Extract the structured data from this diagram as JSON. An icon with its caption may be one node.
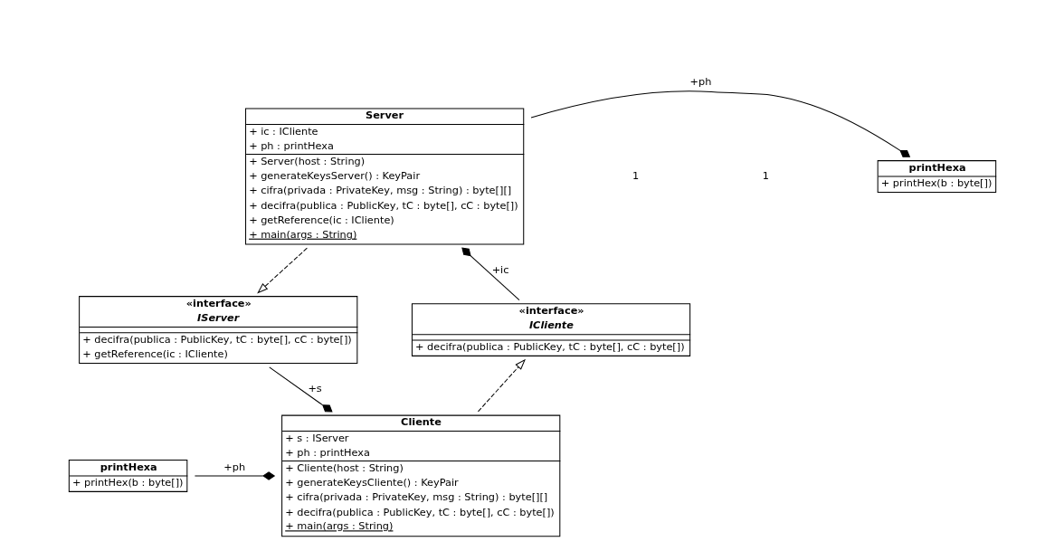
{
  "diagram": {
    "nodes": [
      {
        "text": [
          "Server",
          "+ ic : ICliente",
          "+ ph : printHexa",
          "+ Server(host : String)",
          "+ generateKeysServer() : KeyPair",
          "+ cifra(privada : PrivateKey, msg : String) : byte[][]",
          "+ decifra(publica : PublicKey, tC : byte[], cC : byte[])",
          "+ getReference(ic : ICliente)",
          "+ main(args : String)"
        ]
      },
      {
        "text": [
          "printHexa",
          "+ printHex(b : byte[])"
        ]
      },
      {
        "text": [
          "«interface»",
          "ICliente",
          "+ decifra(publica : PublicKey, tC : byte[], cC : byte[])"
        ]
      },
      {
        "text": [
          "«interface»",
          "IServer",
          "+ decifra(publica : PublicKey, tC : byte[], cC : byte[])",
          "+ getReference(ic : ICliente)"
        ]
      },
      {
        "text": [
          "Cliente",
          "+ s : IServer",
          "+ ph : printHexa",
          "+ Cliente(host : String)",
          "+ generateKeysCliente() : KeyPair",
          "+ cifra(privada : PrivateKey, msg : String) : byte[][]",
          "+ decifra(publica : PublicKey, tC : byte[], cC : byte[])",
          "+ main(args : String)"
        ]
      },
      {
        "text": [
          "printHexa",
          "+ printHex(b : byte[])"
        ]
      }
    ],
    "edges": [
      {
        "from": 0,
        "to": 1,
        "arrow": "other",
        "label": "+ph"
      },
      {
        "from": 2,
        "to": 0,
        "arrow": "other",
        "label": "+ic"
      },
      {
        "from": 0,
        "to": 3,
        "arrow": "to",
        "style": "dashed"
      },
      {
        "from": 3,
        "to": 4,
        "arrow": "other",
        "label": "+s"
      },
      {
        "from": 4,
        "to": 2,
        "arrow": "to",
        "style": "dashed"
      },
      {
        "from": 5,
        "to": 4,
        "arrow": "other",
        "label": "+ph"
      }
    ],
    "labels": [
      "1",
      "1"
    ]
  }
}
